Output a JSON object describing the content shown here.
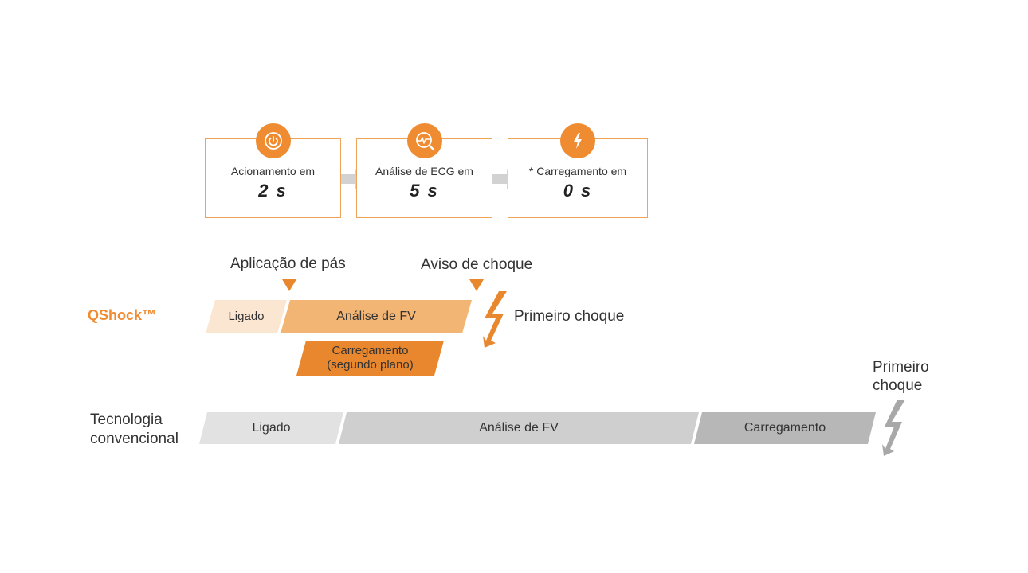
{
  "steps": [
    {
      "label": "Acionamento em",
      "value": "2 s",
      "icon": "power-icon"
    },
    {
      "label": "Análise de ECG em",
      "value": "5 s",
      "icon": "ecg-search-icon"
    },
    {
      "label": "* Carregamento em",
      "value": "0 s",
      "icon": "lightning-icon"
    }
  ],
  "markers": {
    "pads": "Aplicação de pás",
    "shock_warning": "Aviso de choque"
  },
  "qshock": {
    "name": "QShock™",
    "on": "Ligado",
    "analysis": "Análise de FV",
    "charging_line1": "Carregamento",
    "charging_line2": "(segundo plano)",
    "first_shock": "Primeiro choque"
  },
  "conventional": {
    "name_line1": "Tecnologia",
    "name_line2": "convencional",
    "on": "Ligado",
    "analysis": "Análise de FV",
    "charging": "Carregamento",
    "first_shock_line1": "Primeiro",
    "first_shock_line2": "choque"
  },
  "colors": {
    "accent": "#ef8c32",
    "box_border": "#f0a356",
    "qshock_on": "#fbe6d2",
    "qshock_analysis": "#f2b574",
    "qshock_charging": "#e8872e",
    "conv_on": "#e2e2e2",
    "conv_analysis": "#cfcfcf",
    "conv_charging": "#b7b7b7",
    "arrow_gray": "#d2d2d2",
    "bolt_gray": "#a8a8a8"
  }
}
